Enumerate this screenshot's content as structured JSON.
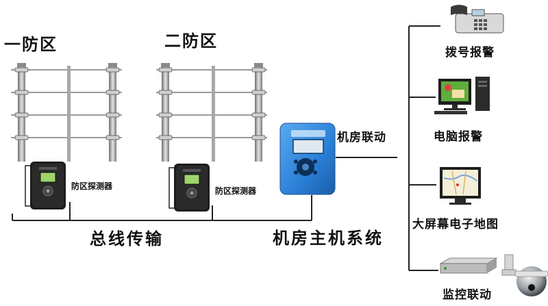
{
  "zones": [
    {
      "title": "一防区",
      "detector_label": "防区探测器"
    },
    {
      "title": "二防区",
      "detector_label": "防区探测器"
    }
  ],
  "bus_label": "总线传输",
  "host_label": "机房主机系统",
  "linkage_label": "机房联动",
  "outputs": [
    {
      "label": "拨号报警",
      "device_icon": "telephone-icon"
    },
    {
      "label": "电脑报警",
      "device_icon": "computer-icon"
    },
    {
      "label": "大屏幕电子地图",
      "device_icon": "monitor-map-icon"
    },
    {
      "label": "监控联动",
      "device_icon": "dvr-camera-icon"
    }
  ],
  "colors": {
    "host_case": "#2a7fd6",
    "detector_case": "#1d1d1d",
    "lcd": "#9fd56a",
    "post": "#9a9a9a",
    "wire": "#222222"
  }
}
